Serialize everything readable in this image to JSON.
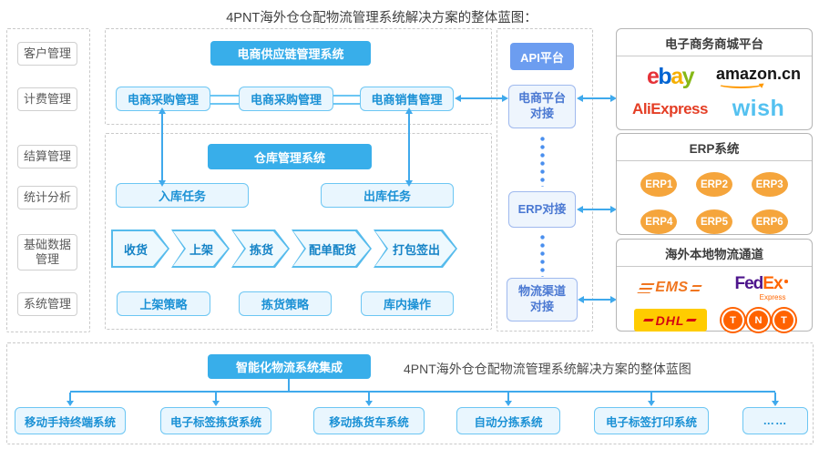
{
  "title": "4PNT海外仓仓配物流管理系统解决方案的整体蓝图：",
  "colors": {
    "header_blue": "#38aeea",
    "api_blue": "#6c9df0",
    "module_border": "#6cc6f3",
    "module_text": "#1b91d5",
    "link_text": "#4a78d2",
    "arrow": "#3fa9ec",
    "erp_orange": "#f5a53c",
    "ebay_colors": [
      "#e53238",
      "#0064d2",
      "#f5af02",
      "#86b817"
    ],
    "amazon_smile": "#ff9900",
    "aliexpress_red": "#e43e25",
    "wish_blue": "#54c1f0",
    "ems_orange": "#f0751f",
    "fedex_purple": "#4d148c",
    "fedex_orange": "#ff6600",
    "dhl_yellow": "#ffcc00",
    "dhl_red": "#d40511",
    "tnt_orange": "#ff6200"
  },
  "sidebar": {
    "items": [
      "客户管理",
      "计费管理",
      "结算管理",
      "统计分析",
      "基础数据管理",
      "系统管理"
    ]
  },
  "supply_chain": {
    "header": "电商供应链管理系统",
    "modules": [
      "电商采购管理",
      "电商采购管理",
      "电商销售管理"
    ]
  },
  "warehouse": {
    "header": "仓库管理系统",
    "inbound": "入库任务",
    "outbound": "出库任务",
    "flow": [
      "收货",
      "上架",
      "拣货",
      "配单配货",
      "打包签出"
    ],
    "strategies": [
      "上架策略",
      "拣货策略",
      "库内操作"
    ]
  },
  "api": {
    "platform": "API平台",
    "ecommerce_link": "电商平台对接",
    "erp_link": "ERP对接",
    "logistics_link": "物流渠道对接"
  },
  "panels": {
    "mall": {
      "title": "电子商务商城平台",
      "logos": {
        "ebay": {
          "letters": [
            "e",
            "b",
            "a",
            "y"
          ]
        },
        "amazon": {
          "text": "amazon",
          "suffix": ".cn"
        },
        "aliexpress": {
          "text": "AliExpress"
        },
        "wish": {
          "text": "wish"
        }
      }
    },
    "erp": {
      "title": "ERP系统",
      "items": [
        "ERP1",
        "ERP2",
        "ERP3",
        "ERP4",
        "ERP5",
        "ERP6"
      ]
    },
    "logistics": {
      "title": "海外本地物流通道",
      "logos": {
        "ems": {
          "text": "EMS"
        },
        "fedex": {
          "part1": "Fed",
          "part2": "Ex",
          "sub": "Express"
        },
        "dhl": {
          "text": "DHL"
        },
        "tnt": {
          "letters": [
            "T",
            "N",
            "T"
          ]
        }
      }
    }
  },
  "integration": {
    "header": "智能化物流系统集成",
    "caption": "4PNT海外仓仓配物流管理系统解决方案的整体蓝图",
    "systems": [
      "移动手持终端系统",
      "电子标签拣货系统",
      "移动拣货车系统",
      "自动分拣系统",
      "电子标签打印系统",
      "……"
    ]
  }
}
